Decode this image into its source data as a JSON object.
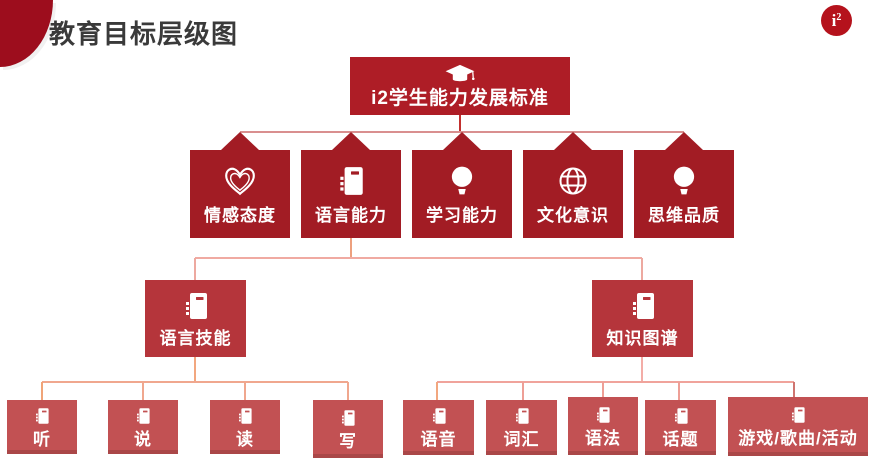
{
  "page": {
    "title": "教育目标层级图"
  },
  "logo": {
    "base": "i",
    "sup": "2"
  },
  "colors": {
    "corner_red": "#9d0d1d",
    "title_gray": "#3a3a3a",
    "logo_red": "#b5121c",
    "root_box_red": "#ae1d26",
    "level2_box_red": "#a21c24",
    "level3_box_red": "#b5353b",
    "level4_box_red": "#c25153",
    "connector_red": "#c2302e",
    "connector_light_red": "#d98f8f",
    "connector_pink": "#eda9a0",
    "connector_salmon": "#f0a78e"
  },
  "tree": {
    "root": {
      "label": "i2学生能力发展标准",
      "icon": "graduation-cap-icon"
    },
    "level2": [
      {
        "label": "情感态度",
        "icon": "heart-icon"
      },
      {
        "label": "语言能力",
        "icon": "notebook-icon"
      },
      {
        "label": "学习能力",
        "icon": "lightbulb-icon"
      },
      {
        "label": "文化意识",
        "icon": "globe-icon"
      },
      {
        "label": "思维品质",
        "icon": "lightbulb-icon"
      }
    ],
    "level3": [
      {
        "label": "语言技能",
        "icon": "notebook-icon"
      },
      {
        "label": "知识图谱",
        "icon": "notebook-icon"
      }
    ],
    "level4_left": [
      {
        "label": "听",
        "icon": "notebook-icon"
      },
      {
        "label": "说",
        "icon": "notebook-icon"
      },
      {
        "label": "读",
        "icon": "notebook-icon"
      },
      {
        "label": "写",
        "icon": "notebook-icon"
      }
    ],
    "level4_right": [
      {
        "label": "语音",
        "icon": "notebook-icon"
      },
      {
        "label": "词汇",
        "icon": "notebook-icon"
      },
      {
        "label": "语法",
        "icon": "notebook-icon"
      },
      {
        "label": "话题",
        "icon": "notebook-icon"
      },
      {
        "label": "游戏/歌曲/活动",
        "icon": "notebook-icon"
      }
    ]
  }
}
